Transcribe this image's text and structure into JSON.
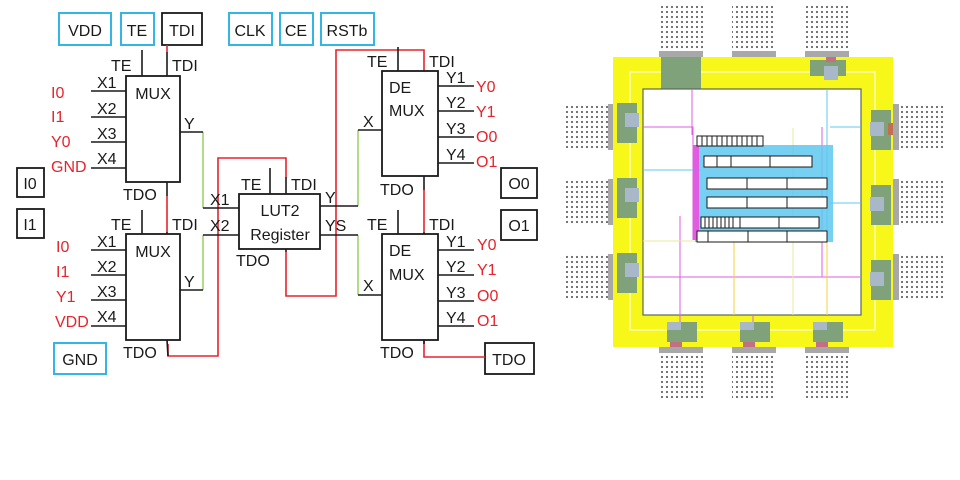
{
  "schematic": {
    "top_pins": [
      {
        "label": "VDD",
        "style": "cyan"
      },
      {
        "label": "TE",
        "style": "cyan"
      },
      {
        "label": "TDI",
        "style": "black"
      },
      {
        "label": "CLK",
        "style": "cyan"
      },
      {
        "label": "CE",
        "style": "cyan"
      },
      {
        "label": "RSTb",
        "style": "cyan"
      }
    ],
    "left_pins": [
      {
        "label": "I0",
        "style": "black"
      },
      {
        "label": "I1",
        "style": "black"
      }
    ],
    "right_pins": [
      {
        "label": "O0",
        "style": "black"
      },
      {
        "label": "O1",
        "style": "black"
      }
    ],
    "bottom_pins": [
      {
        "label": "GND",
        "style": "cyan"
      },
      {
        "label": "TDO",
        "style": "black"
      }
    ],
    "mux_top": {
      "title": "MUX",
      "te": "TE",
      "tdi": "TDI",
      "tdo": "TDO",
      "y": "Y",
      "inputs": [
        "X1",
        "X2",
        "X3",
        "X4"
      ],
      "input_signals": [
        "I0",
        "I1",
        "Y0",
        "GND"
      ]
    },
    "mux_bottom": {
      "title": "MUX",
      "te": "TE",
      "tdi": "TDI",
      "tdo": "TDO",
      "y": "Y",
      "inputs": [
        "X1",
        "X2",
        "X3",
        "X4"
      ],
      "input_signals": [
        "I0",
        "I1",
        "Y1",
        "VDD"
      ]
    },
    "lut": {
      "title_line1": "LUT2",
      "title_line2": "Register",
      "te": "TE",
      "tdi": "TDI",
      "tdo": "TDO",
      "inputs": [
        "X1",
        "X2"
      ],
      "outputs": [
        "Y",
        "YS"
      ]
    },
    "demux_top": {
      "title_line1": "DE",
      "title_line2": "MUX",
      "te": "TE",
      "tdi": "TDI",
      "tdo": "TDO",
      "x": "X",
      "outputs": [
        "Y1",
        "Y2",
        "Y3",
        "Y4"
      ],
      "output_signals": [
        "Y0",
        "Y1",
        "O0",
        "O1"
      ]
    },
    "demux_bottom": {
      "title_line1": "DE",
      "title_line2": "MUX",
      "te": "TE",
      "tdi": "TDI",
      "tdo": "TDO",
      "x": "X",
      "outputs": [
        "Y1",
        "Y2",
        "Y3",
        "Y4"
      ],
      "output_signals": [
        "Y0",
        "Y1",
        "O0",
        "O1"
      ]
    }
  },
  "layout": {
    "pads_top": 3,
    "pads_bottom": 3,
    "pads_left": 3,
    "pads_right": 3,
    "std_cell_rows": 6
  },
  "colors": {
    "signal_red": "#e8232b",
    "wire_green": "#9fd46b",
    "pin_cyan": "#33b5e5",
    "ring_yellow": "#f7f71a",
    "metal_magenta": "#e05ce0",
    "metal_cyan": "#5ec8f0",
    "pad_gray": "#a8a8a8",
    "pad_green": "#7fa27a"
  }
}
